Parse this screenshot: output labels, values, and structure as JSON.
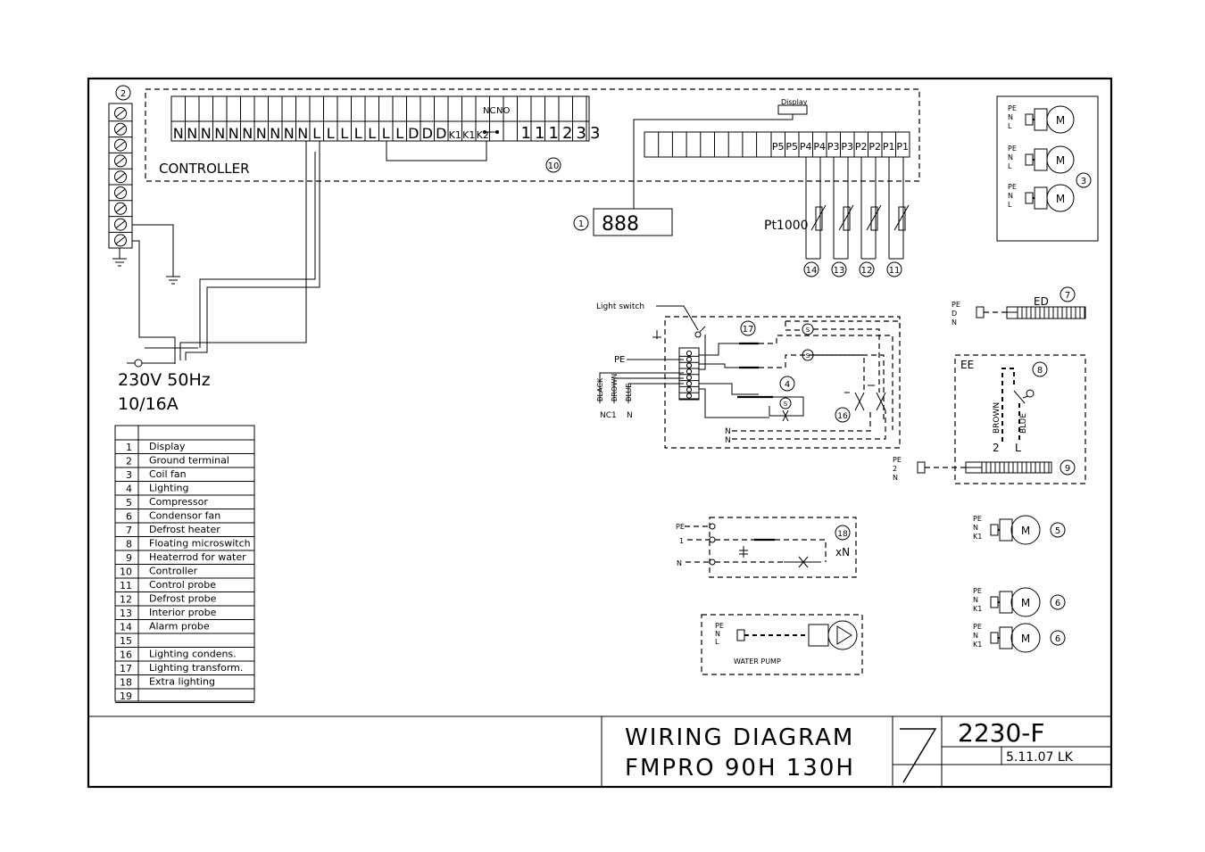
{
  "controller": {
    "label": "CONTROLLER",
    "terminals_left": [
      "N",
      "N",
      "N",
      "N",
      "N",
      "N",
      "N",
      "N",
      "N",
      "N",
      "L",
      "L",
      "L",
      "L",
      "L",
      "L",
      "L",
      "D",
      "D",
      "D",
      "K1",
      "K1",
      "K2"
    ],
    "nc_label": "NC",
    "no_label": "NO",
    "terminals_right": [
      "1",
      "1",
      "1",
      "2",
      "3",
      "3"
    ],
    "probe_terminals": [
      "P5",
      "P5",
      "P4",
      "P4",
      "P3",
      "P3",
      "P2",
      "P2",
      "P1",
      "P1"
    ],
    "display_label": "Display",
    "ref_number": "10"
  },
  "terminal_block": {
    "ref_number": "2"
  },
  "display": {
    "ref_number": "1"
  },
  "probes": {
    "type_label": "Pt1000",
    "refs": [
      "14",
      "13",
      "12",
      "11"
    ]
  },
  "supply": {
    "voltage": "230V  50Hz",
    "current": "10/16A"
  },
  "motors": {
    "fan_group_ref": "3",
    "motor_symbol": "M",
    "terminal_pe": "PE",
    "terminal_n": "N",
    "terminal_l": "L",
    "terminal_k1": "K1",
    "compressor_ref": "5",
    "condenser_ref_a": "6",
    "condenser_ref_b": "6"
  },
  "defrost_heater": {
    "ref": "7",
    "label": "ED",
    "terminal_pe": "PE",
    "terminal_d": "D",
    "terminal_n": "N"
  },
  "float_switch": {
    "box_label": "EE",
    "ref": "8",
    "wire_brown": "BROWN",
    "wire_blue": "BLUE",
    "pin_2": "2",
    "pin_l": "L"
  },
  "heaterrod": {
    "ref": "9",
    "terminal_pe": "PE",
    "terminal_2": "2",
    "terminal_n": "N"
  },
  "lighting": {
    "switch_label": "Light switch",
    "pe_label": "PE",
    "wire_black": "BLACK",
    "wire_brown": "BROWN",
    "wire_blue": "BLUE",
    "nc1_label": "NC1",
    "n_label": "N",
    "ref_transformer": "17",
    "ref_lighting": "4",
    "ref_condens": "16",
    "lamp_label": "S",
    "n1": "N",
    "n2": "N"
  },
  "extra_lighting": {
    "ref": "18",
    "label": "xN",
    "terminal_pe": "PE",
    "terminal_1": "1",
    "terminal_n": "N"
  },
  "water_pump": {
    "label": "WATER PUMP",
    "terminal_pe": "PE",
    "terminal_n": "N",
    "terminal_l": "L"
  },
  "legend": [
    {
      "num": "1",
      "desc": "Display"
    },
    {
      "num": "2",
      "desc": "Ground  terminal"
    },
    {
      "num": "3",
      "desc": "Coil  fan"
    },
    {
      "num": "4",
      "desc": "Lighting"
    },
    {
      "num": "5",
      "desc": "Compressor"
    },
    {
      "num": "6",
      "desc": "Condensor  fan"
    },
    {
      "num": "7",
      "desc": "Defrost  heater"
    },
    {
      "num": "8",
      "desc": "Floating  microswitch"
    },
    {
      "num": "9",
      "desc": "Heaterrod  for  water"
    },
    {
      "num": "10",
      "desc": "Controller"
    },
    {
      "num": "11",
      "desc": "Control  probe"
    },
    {
      "num": "12",
      "desc": "Defrost  probe"
    },
    {
      "num": "13",
      "desc": "Interior  probe"
    },
    {
      "num": "14",
      "desc": "Alarm  probe"
    },
    {
      "num": "15",
      "desc": ""
    },
    {
      "num": "16",
      "desc": "Lighting  condens."
    },
    {
      "num": "17",
      "desc": "Lighting  transform."
    },
    {
      "num": "18",
      "desc": "Extra  lighting"
    },
    {
      "num": "19",
      "desc": ""
    }
  ],
  "title_block": {
    "line1": "WIRING  DIAGRAM",
    "line2": "FMPRO  90H  130H",
    "drawing_no": "2230-F",
    "date": "5.11.07  LK"
  }
}
